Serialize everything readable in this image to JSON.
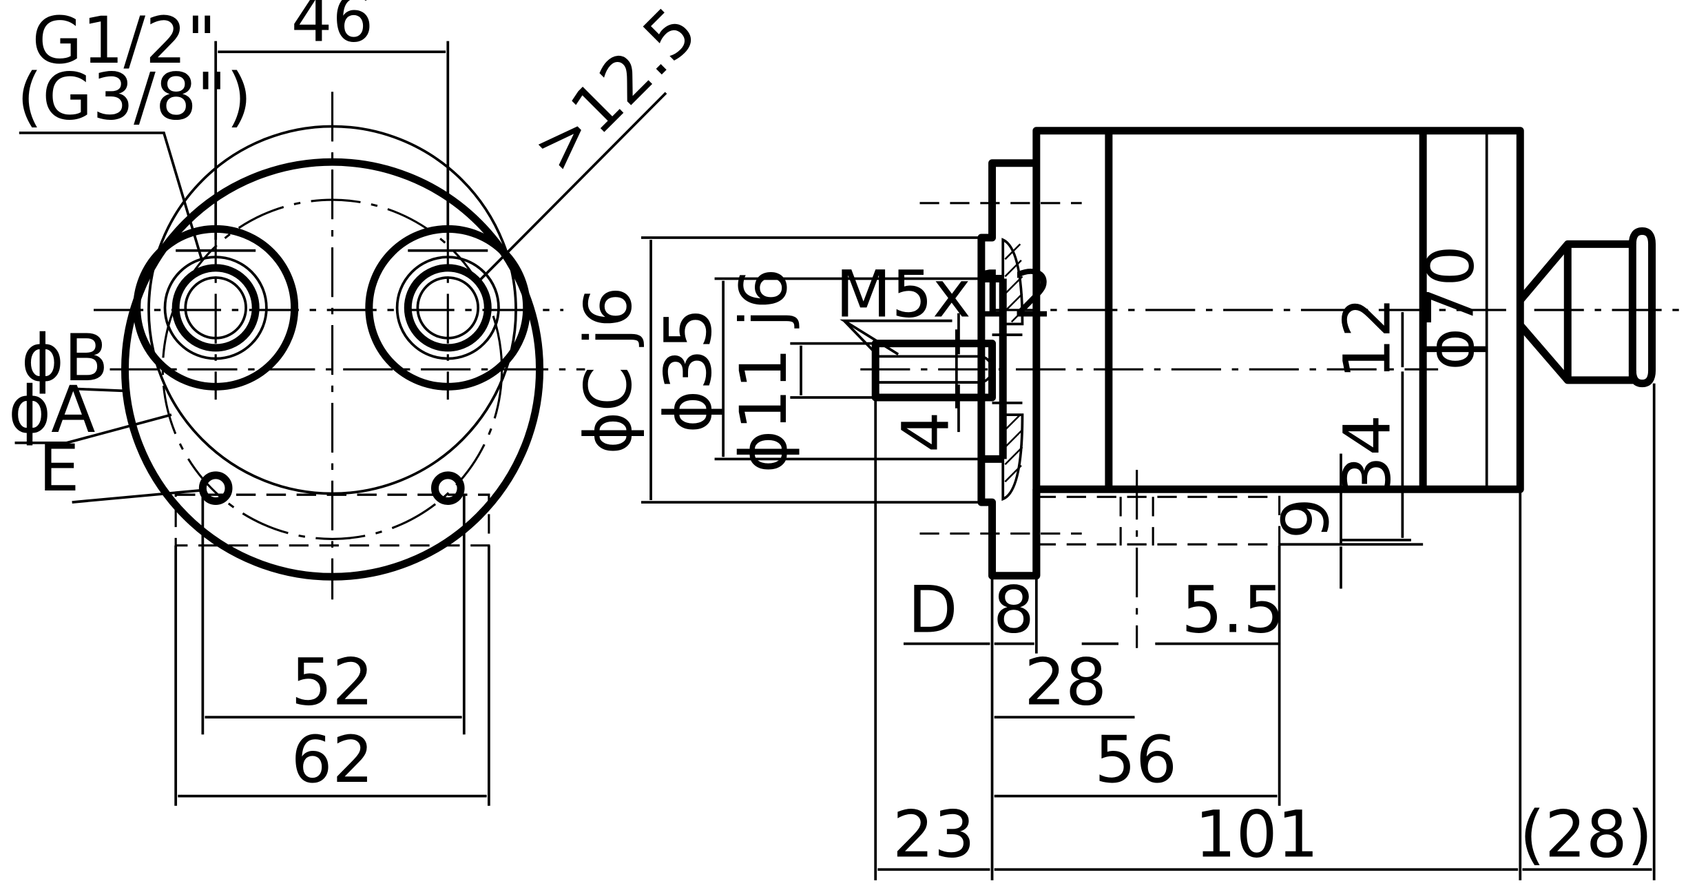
{
  "front_view": {
    "thread_label_line1": "G1/2\"",
    "thread_label_line2": "(G3/8\")",
    "dim_top": "46",
    "dim_port_depth": ">12.5",
    "label_phi_b": "ϕB",
    "label_phi_a": "ϕA",
    "label_e": "E",
    "dim_hole_spacing": "52",
    "dim_flange_width": "62"
  },
  "side_view": {
    "dim_pilot_c": "ϕC j6",
    "dim_phi_35": "ϕ35",
    "dim_shaft": "ϕ11 j6",
    "dim_thread": "M5x12",
    "dim_key": "4",
    "dim_body": "ϕ70",
    "dim_12": "12",
    "dim_34": "34",
    "dim_9": "9",
    "dim_d": "D",
    "dim_8": "8",
    "dim_5_5": "5.5",
    "dim_28": "28",
    "dim_56": "56",
    "dim_23": "23",
    "dim_101": "101",
    "dim_28_ref": "(28)"
  }
}
